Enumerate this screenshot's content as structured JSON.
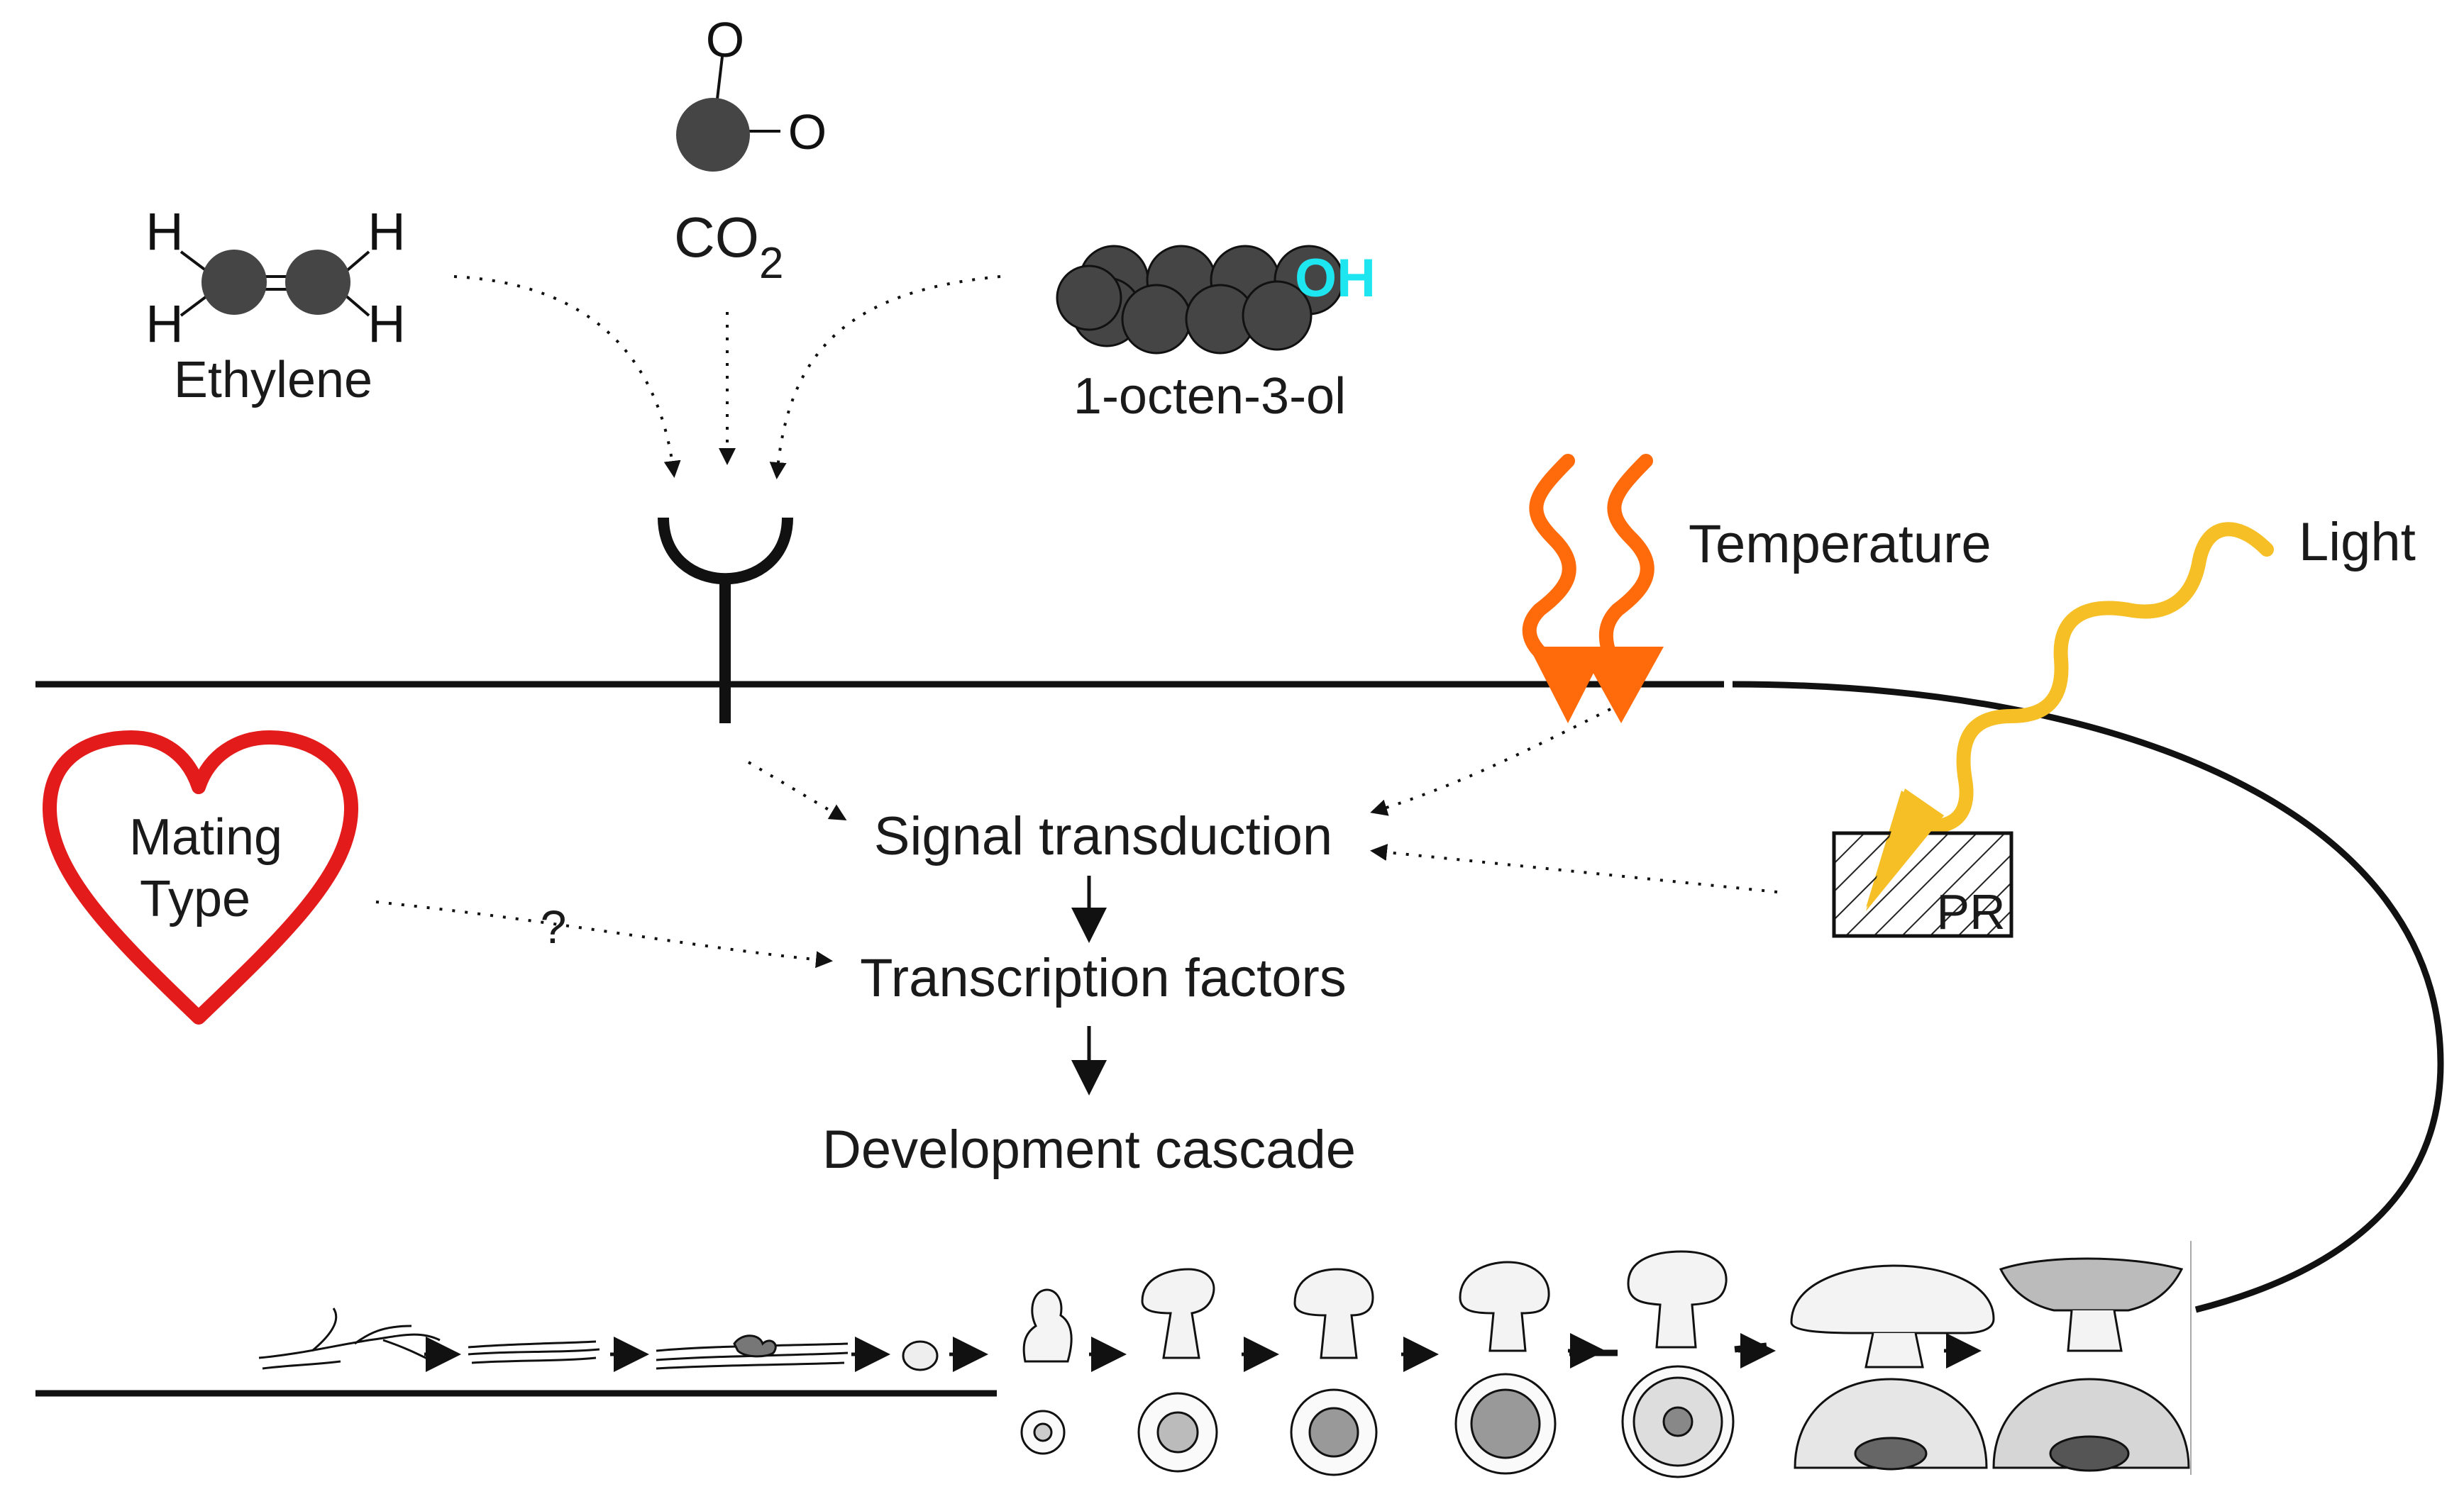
{
  "molecules": {
    "ethylene": {
      "label": "Ethylene",
      "atom_h": "H"
    },
    "co2": {
      "label_main": "CO",
      "label_sub": "2",
      "atom_o": "O"
    },
    "octenol": {
      "label": "1-octen-3-ol",
      "group": "OH"
    }
  },
  "signals": {
    "temperature": "Temperature",
    "light": "Light",
    "photoreceptor": "PR"
  },
  "mating": {
    "line1": "Mating",
    "line2": "Type",
    "link_unknown": "?"
  },
  "pathway": {
    "step1": "Signal transduction",
    "step2": "Transcription factors",
    "step3": "Development cascade"
  },
  "colors": {
    "heart": "#e31b1b",
    "temperature": "#ff6a0a",
    "light": "#f6bf26",
    "oh_group": "#1ee6f0",
    "atom_fill": "#454545"
  },
  "icons": [
    "receptor-icon",
    "heart-icon",
    "heat-wave-icon",
    "light-wave-icon",
    "photoreceptor-box-icon",
    "mushroom-icon"
  ]
}
